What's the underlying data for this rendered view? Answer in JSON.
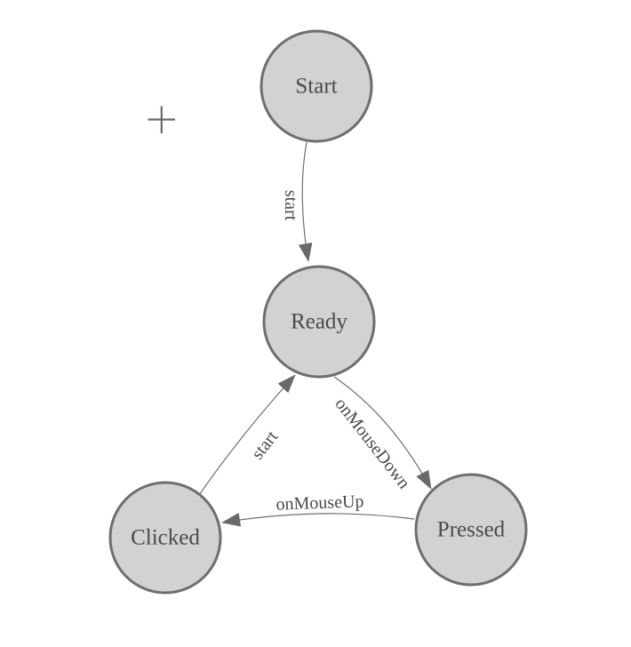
{
  "diagram": {
    "type": "state-machine",
    "background": "#ffffff",
    "colors": {
      "node_fill": "#d2d2d2",
      "node_stroke": "#6e6e6e",
      "edge_stroke": "#6f6f6f",
      "arrow_fill": "#696969",
      "text": "#4d4a47",
      "plus_icon": "#696969"
    },
    "nodes": {
      "start": {
        "label": "Start"
      },
      "ready": {
        "label": "Ready"
      },
      "clicked": {
        "label": "Clicked"
      },
      "pressed": {
        "label": "Pressed"
      }
    },
    "transitions": {
      "start_to_ready": {
        "label": "start",
        "from": "Start",
        "to": "Ready"
      },
      "clicked_to_ready": {
        "label": "start",
        "from": "Clicked",
        "to": "Ready"
      },
      "ready_to_pressed": {
        "label": "onMouseDown",
        "from": "Ready",
        "to": "Pressed"
      },
      "pressed_to_clicked": {
        "label": "onMouseUp",
        "from": "Pressed",
        "to": "Clicked"
      }
    },
    "icons": {
      "plus_crosshair": "plus-crosshair"
    }
  }
}
